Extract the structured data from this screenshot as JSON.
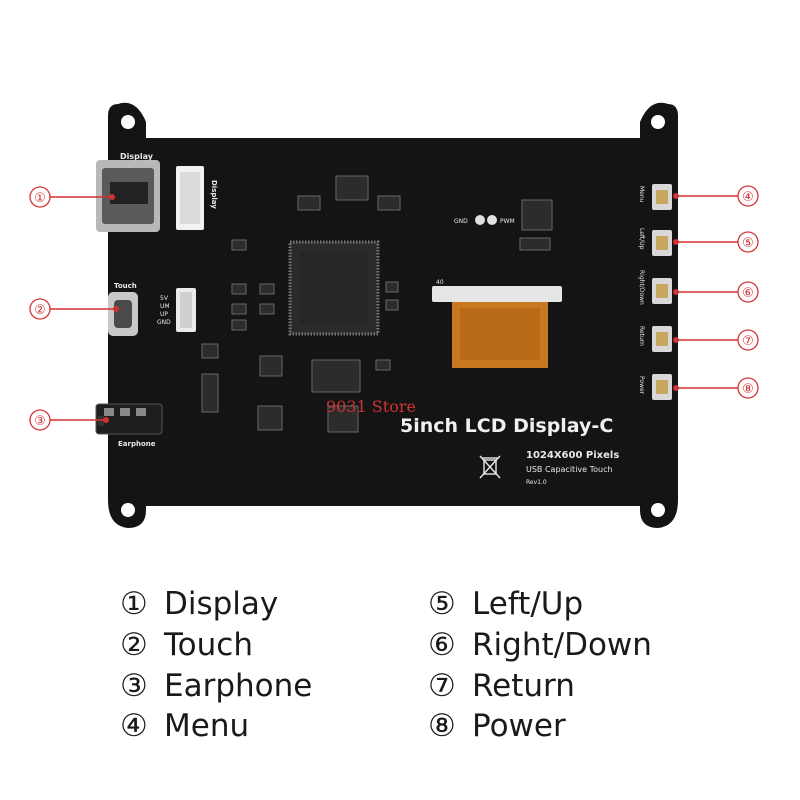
{
  "board": {
    "title": "5inch LCD Display-C",
    "resolution": "1024X600 Pixels",
    "touch_type": "USB Capacitive Touch",
    "revision": "Rev1.0",
    "silk": {
      "display_top": "Display",
      "display_side": "Display",
      "touch": "Touch",
      "earphone": "Earphone",
      "pins": [
        "5V",
        "UM",
        "UP",
        "GND"
      ],
      "gnd": "GND",
      "pwm": "PWM",
      "fpc_pin": "40",
      "menu": "Menu",
      "left_up": "Left/Up",
      "right_down": "Right/Down",
      "return": "Return",
      "power": "Power"
    },
    "colors": {
      "pcb": "#141414",
      "silk": "#e8e8e8",
      "fpc": "#c8781e",
      "callout": "#d23232"
    }
  },
  "watermark": "9031 Store",
  "callouts": [
    {
      "num": "①"
    },
    {
      "num": "②"
    },
    {
      "num": "③"
    },
    {
      "num": "④"
    },
    {
      "num": "⑤"
    },
    {
      "num": "⑥"
    },
    {
      "num": "⑦"
    },
    {
      "num": "⑧"
    }
  ],
  "legend": [
    {
      "num": "①",
      "label": "Display"
    },
    {
      "num": "②",
      "label": "Touch"
    },
    {
      "num": "③",
      "label": "Earphone"
    },
    {
      "num": "④",
      "label": "Menu"
    },
    {
      "num": "⑤",
      "label": "Left/Up"
    },
    {
      "num": "⑥",
      "label": "Right/Down"
    },
    {
      "num": "⑦",
      "label": "Return"
    },
    {
      "num": "⑧",
      "label": "Power"
    }
  ]
}
